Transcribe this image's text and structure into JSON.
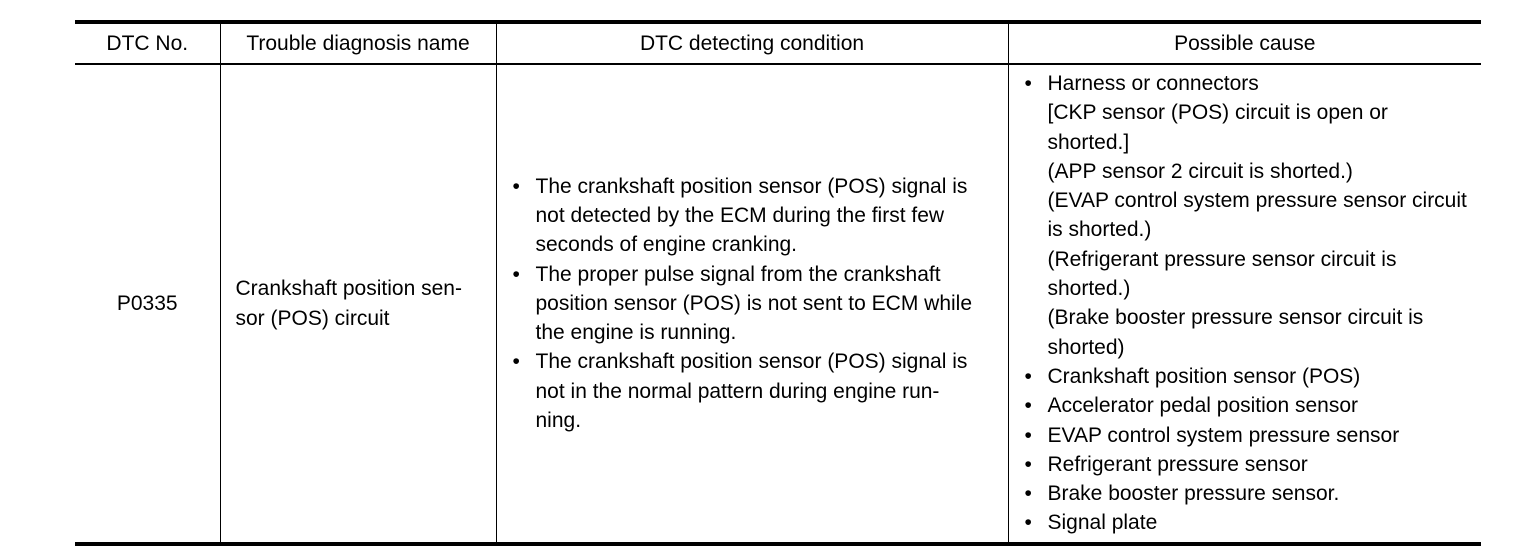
{
  "headers": {
    "dtc_no": "DTC No.",
    "trouble_name": "Trouble diagnosis name",
    "condition": "DTC detecting condition",
    "cause": "Possible cause"
  },
  "row": {
    "dtc_no": "P0335",
    "trouble_name": "Crankshaft position sen-sor (POS) circuit",
    "conditions": [
      "The crankshaft position sensor (POS) signal is not detected by the ECM during the first few seconds of engine cranking.",
      "The proper pulse signal from the crankshaft position sensor (POS) is not sent to ECM while the engine is running.",
      "The crankshaft position sensor (POS) signal is not in the normal pattern during engine run-ning."
    ],
    "causes": {
      "harness": {
        "label": "Harness or connectors",
        "details": [
          "[CKP sensor (POS) circuit is open or shorted.]",
          "(APP sensor 2 circuit is shorted.)",
          "(EVAP control system pressure sensor circuit is shorted.)",
          "(Refrigerant pressure sensor circuit is shorted.)",
          "(Brake booster pressure sensor circuit is shorted)"
        ]
      },
      "items": [
        "Crankshaft position sensor (POS)",
        "Accelerator pedal position sensor",
        "EVAP control system pressure sensor",
        "Refrigerant pressure sensor",
        "Brake booster pressure sensor.",
        "Signal plate"
      ]
    }
  }
}
